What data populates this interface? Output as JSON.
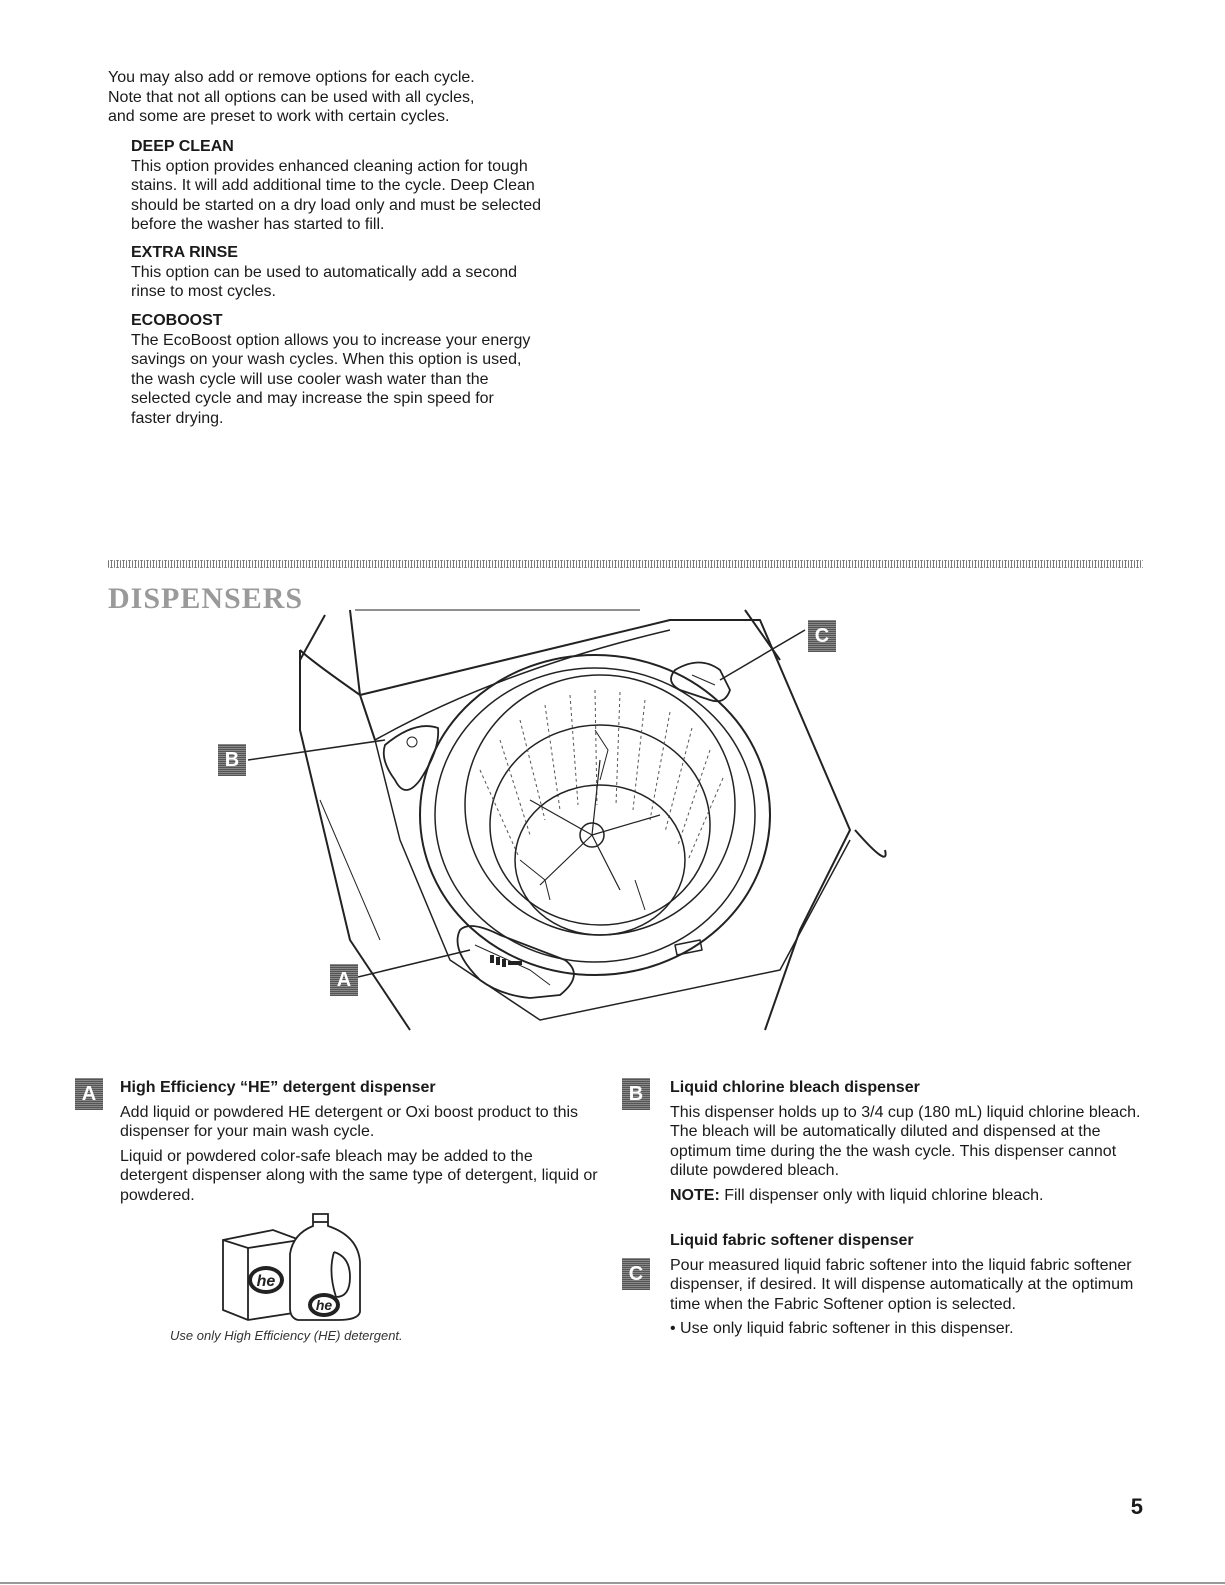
{
  "intro": {
    "lines": [
      "You may also add or remove options for each cycle.",
      "Note that not all options can be used with all cycles,",
      "and some are preset to work with certain cycles."
    ]
  },
  "options": [
    {
      "title": "DEEP CLEAN",
      "lines": [
        "This option provides enhanced cleaning action for tough",
        "stains. It will add additional time to the cycle. Deep Clean",
        "should be started on a dry load only and must be selected",
        "before the washer has started to fill."
      ]
    },
    {
      "title": "EXTRA RINSE",
      "lines": [
        "This option can be used to automatically add a second",
        "rinse to most cycles."
      ]
    },
    {
      "title": "ECOBOOST",
      "lines": [
        "The EcoBoost option allows you to increase your energy",
        "savings on your wash cycles. When this option is used,",
        "the wash cycle will use cooler wash water than the",
        "selected cycle and may increase the spin speed for",
        "faster drying."
      ]
    }
  ],
  "section_title": "DISPENSERS",
  "badges": {
    "a": "A",
    "b": "B",
    "c": "C"
  },
  "dispenser_a": {
    "badge": "A",
    "title": "High Efficiency “HE” detergent dispenser",
    "p1": "Add liquid or powdered HE detergent or Oxi boost product to this dispenser for your main wash cycle.",
    "p2": "Liquid or powdered color-safe bleach may be added to the detergent dispenser along with the same type of detergent, liquid or powdered.",
    "caption": "Use only High Efficiency (HE) detergent.",
    "logo_text": "he"
  },
  "dispenser_b": {
    "badge": "B",
    "title": "Liquid chlorine bleach dispenser",
    "p1": "This dispenser holds up to 3/4 cup (180 mL) liquid chlorine bleach. The bleach will be automatically diluted and dispensed at the optimum time during the the wash cycle. This dispenser cannot dilute powdered bleach.",
    "note_label": "NOTE:",
    "note_text": " Fill dispenser only with liquid chlorine bleach."
  },
  "dispenser_c": {
    "badge": "C",
    "title": "Liquid fabric softener dispenser",
    "p1": "Pour measured liquid fabric softener into the liquid fabric softener dispenser, if desired. It will dispense automatically at the optimum time when the Fabric Softener option is selected.",
    "bullet": "• Use only liquid fabric softener in this dispenser."
  },
  "page_number": "5"
}
